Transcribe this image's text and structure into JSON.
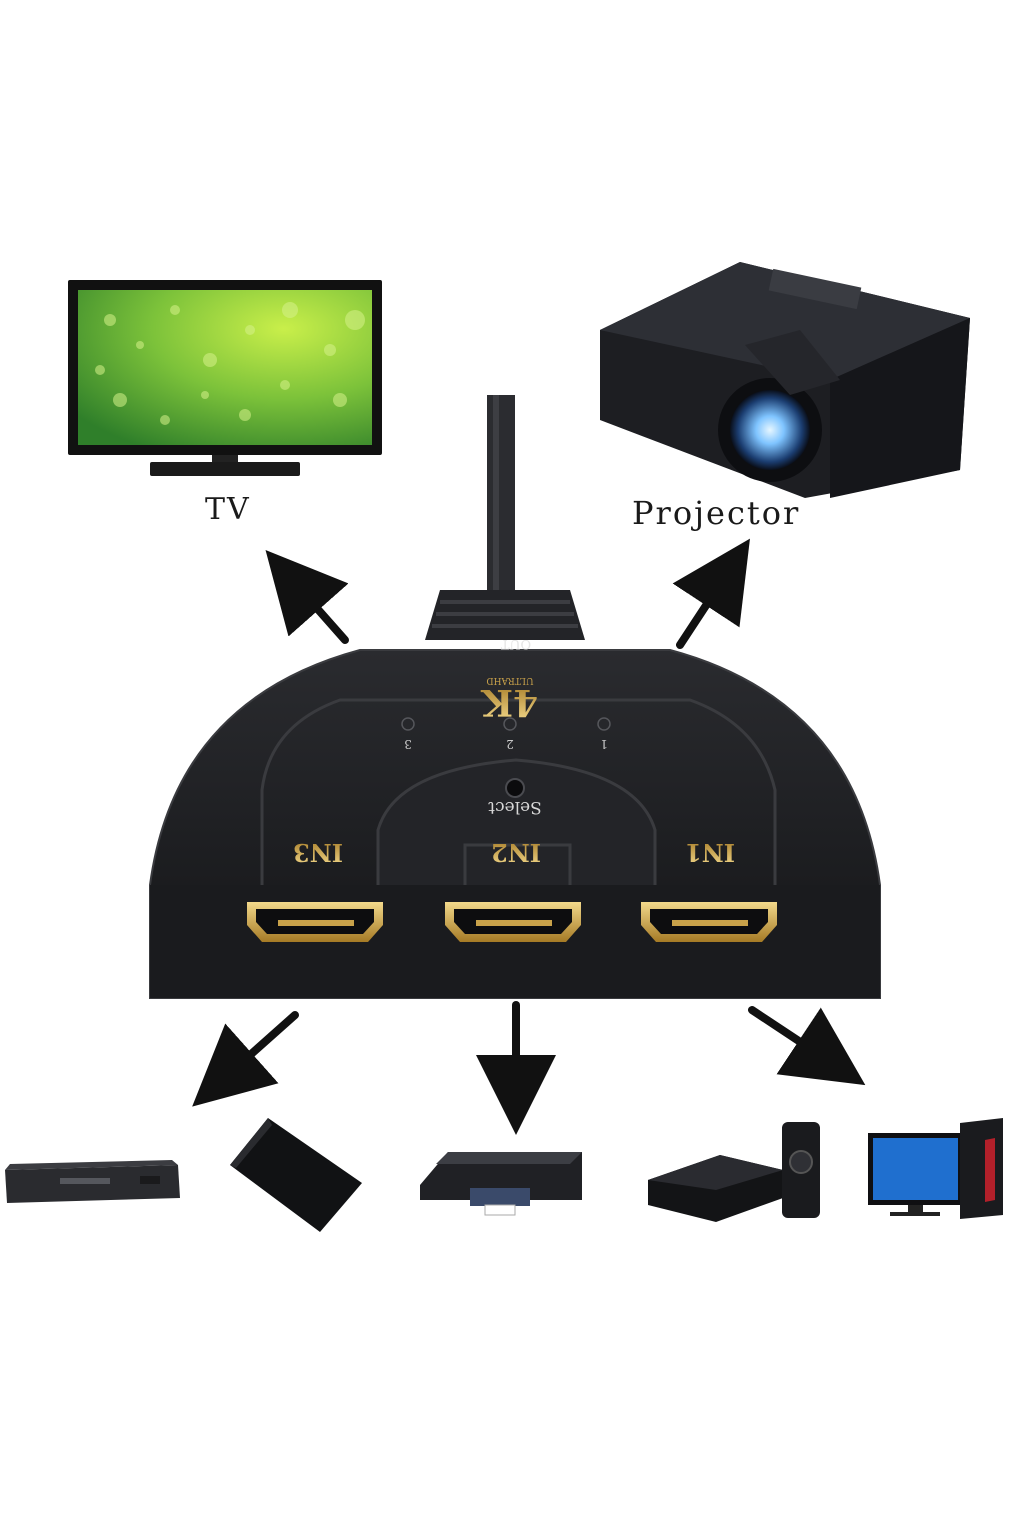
{
  "outputs": {
    "tv_label": "TV",
    "projector_label": "Projector"
  },
  "switch": {
    "out_label": "OUT",
    "logo_main": "4K",
    "logo_sub": "ULTRAHD",
    "select_label": "Select",
    "port_labels": [
      "IN3",
      "IN2",
      "IN1"
    ],
    "led_numbers": [
      "3",
      "2",
      "1"
    ]
  },
  "colors": {
    "body": "#1c1d20",
    "body_edge": "#3a3b3f",
    "gold": "#c9a24a",
    "arrow": "#111111",
    "screen_green": "#7cc23a"
  },
  "icons": {
    "left_top": "tv-icon",
    "right_top": "projector-icon",
    "bottom": [
      "set-top-box-icon",
      "streaming-box-icon",
      "bluray-player-icon",
      "android-tv-box-icon",
      "desktop-pc-icon"
    ]
  }
}
